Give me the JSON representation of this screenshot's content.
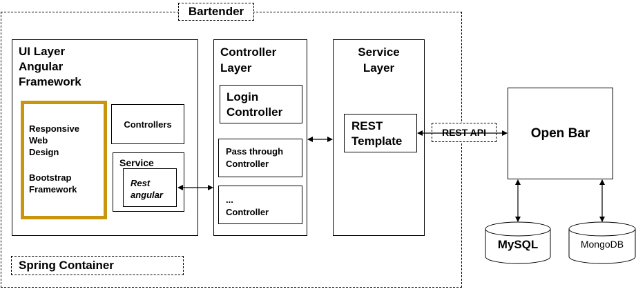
{
  "bartender": {
    "label": "Bartender"
  },
  "ui_layer": {
    "title_lines": [
      "UI Layer",
      "Angular",
      "Framework"
    ],
    "responsive_lines": [
      "Responsive",
      "Web",
      "Design"
    ],
    "bootstrap_lines": [
      "Bootstrap",
      "Framework"
    ],
    "controllers_label": "Controllers",
    "service_label": "Service",
    "rest_angular_lines": [
      "Rest",
      "angular"
    ],
    "highlight_color": "#c8960c"
  },
  "controller_layer": {
    "title_lines": [
      "Controller",
      "Layer"
    ],
    "login_lines": [
      "Login",
      "Controller"
    ],
    "passthrough_lines": [
      "Pass through",
      "Controller"
    ],
    "other_lines": [
      "...",
      "Controller"
    ]
  },
  "service_layer": {
    "title_lines": [
      "Service",
      "Layer"
    ],
    "rest_template_lines": [
      "REST",
      "Template"
    ]
  },
  "rest_api": {
    "label": "REST API"
  },
  "open_bar": {
    "label": "Open Bar"
  },
  "mysql": {
    "label": "MySQL"
  },
  "mongodb": {
    "label": "MongoDB"
  },
  "spring_container": {
    "label": "Spring Container"
  }
}
